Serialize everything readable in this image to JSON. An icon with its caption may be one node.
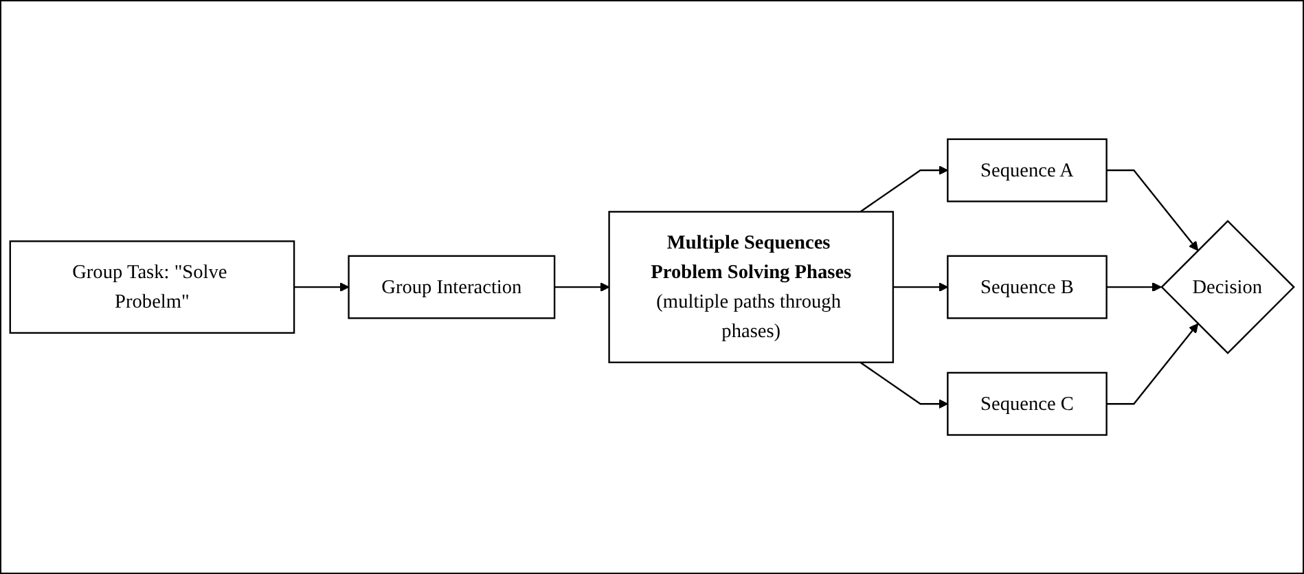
{
  "diagram": {
    "nodes": [
      {
        "text": [
          "Group Task: \"Solve Probelm\""
        ]
      },
      {
        "text": [
          "Group Interaction"
        ]
      },
      {
        "text": [
          "Multiple Sequences Problem Solving Phases",
          "(multiple paths through phases)"
        ]
      },
      {
        "text": [
          "Sequence A"
        ]
      },
      {
        "text": [
          "Sequence B"
        ]
      },
      {
        "text": [
          "Sequence C"
        ]
      },
      {
        "text": [
          "Decision"
        ]
      }
    ],
    "edges": [
      {
        "from": 0,
        "to": 1,
        "arrow": "to"
      },
      {
        "from": 1,
        "to": 2,
        "arrow": "to"
      },
      {
        "from": 2,
        "to": 3,
        "arrow": "to"
      },
      {
        "from": 2,
        "to": 4,
        "arrow": "to"
      },
      {
        "from": 2,
        "to": 5,
        "arrow": "to"
      },
      {
        "from": 3,
        "to": 6,
        "arrow": "to"
      },
      {
        "from": 4,
        "to": 6,
        "arrow": "to"
      },
      {
        "from": 5,
        "to": 6,
        "arrow": "to"
      }
    ]
  }
}
